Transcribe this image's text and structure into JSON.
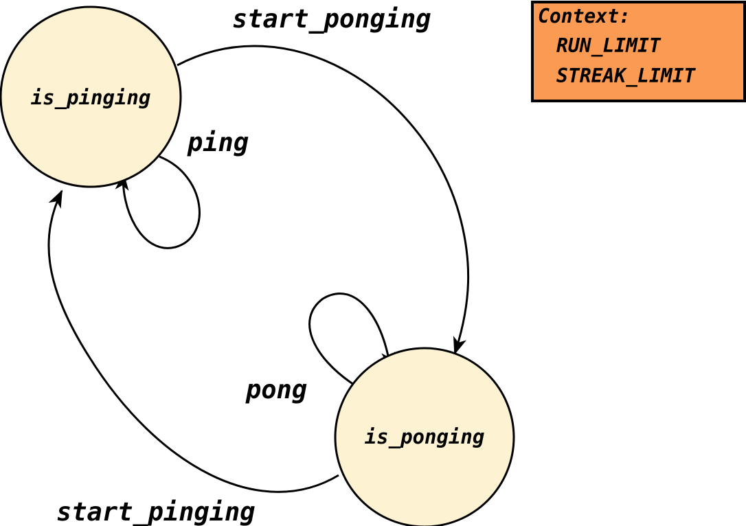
{
  "colors": {
    "state_fill": "#fdf2d2",
    "state_stroke": "#000000",
    "context_fill": "#fb9a53",
    "edge": "#000000"
  },
  "states": [
    {
      "id": "is_pinging",
      "label": "is_pinging"
    },
    {
      "id": "is_ponging",
      "label": "is_ponging"
    }
  ],
  "transitions": [
    {
      "id": "start_ponging",
      "label": "start_ponging",
      "from": "is_pinging",
      "to": "is_ponging"
    },
    {
      "id": "ping",
      "label": "ping",
      "from": "is_pinging",
      "to": "is_pinging"
    },
    {
      "id": "pong",
      "label": "pong",
      "from": "is_ponging",
      "to": "is_ponging"
    },
    {
      "id": "start_pinging",
      "label": "start_pinging",
      "from": "is_ponging",
      "to": "is_pinging"
    }
  ],
  "context": {
    "title": "Context:",
    "items": [
      "RUN_LIMIT",
      "STREAK_LIMIT"
    ]
  }
}
